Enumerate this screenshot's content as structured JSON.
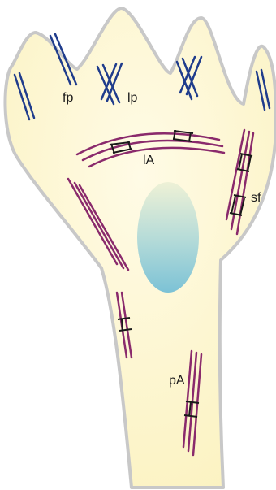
{
  "labels": {
    "filopodia": "fp",
    "lamellipodia": "lp",
    "lamellar_arcs": "lA",
    "stress_fibers": "sf",
    "peripheral_actin": "pA"
  },
  "colors": {
    "cell_fill_light": "#fffbe6",
    "cell_fill_warm": "#fbf2c0",
    "cell_outline": "#c8c8c8",
    "nucleus_top": "#eef1d6",
    "nucleus_bottom": "#7cc2d6",
    "blue_bundles": "#1f3c8c",
    "magenta_fibers": "#8a2a6c",
    "cross_bars": "#1a1a1a"
  }
}
